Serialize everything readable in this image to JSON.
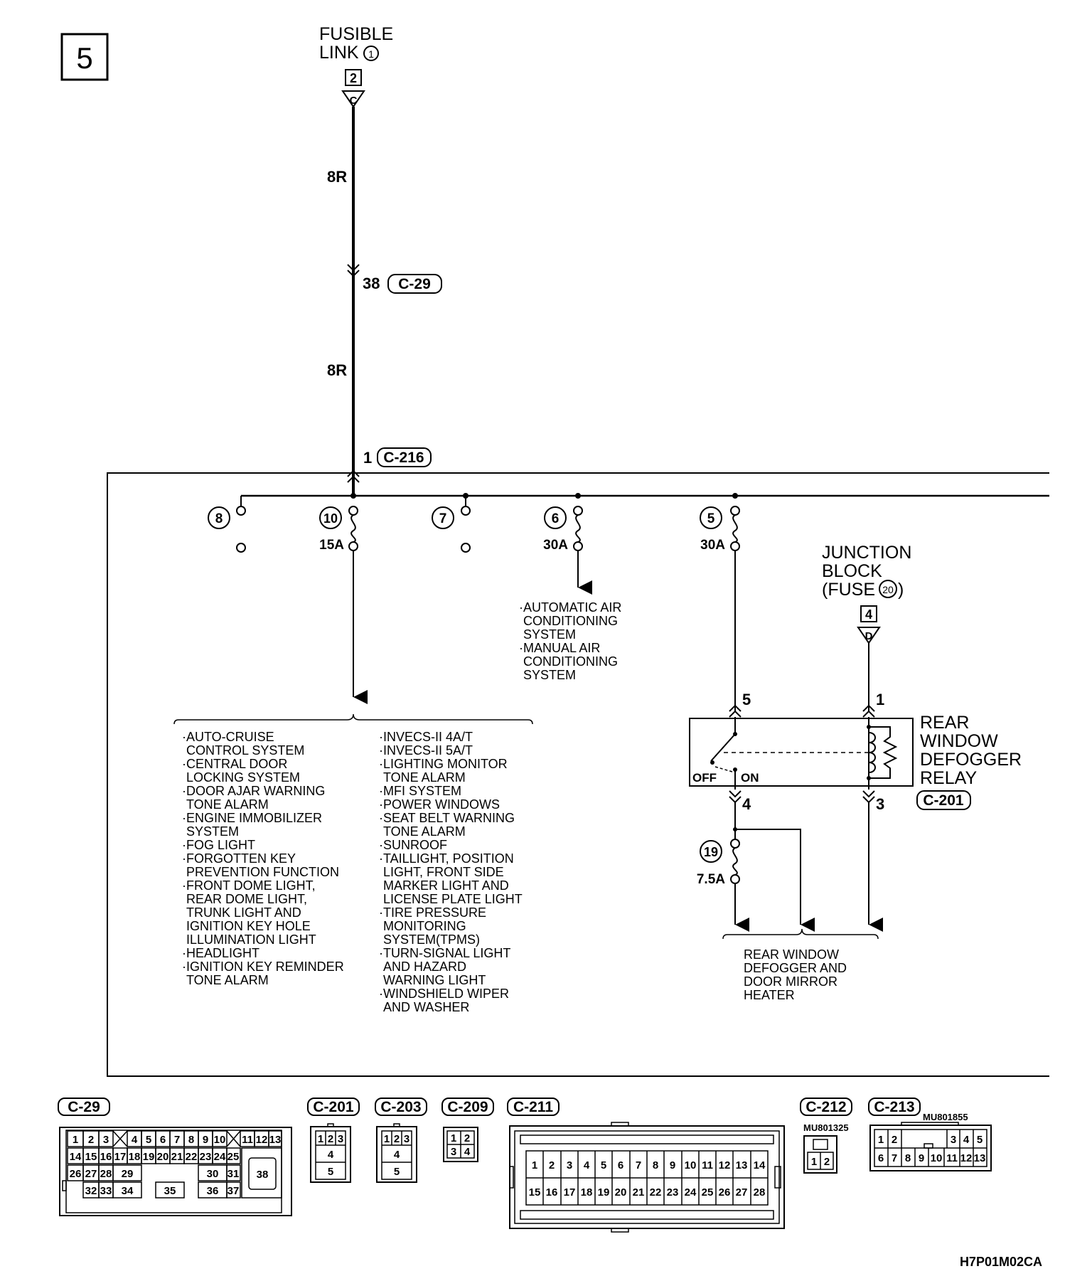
{
  "diagram_number": "5",
  "diagram_code": "H7P01M02CA",
  "fusible_link": {
    "label_line1": "FUSIBLE",
    "label_line2": "LINK",
    "circle": "1",
    "connector_number": "2",
    "connector_letter": "C"
  },
  "wire_labels": {
    "top": "8R",
    "middle": "8R"
  },
  "connectors_on_wire": [
    {
      "pin": "38",
      "name": "C-29"
    },
    {
      "pin": "1",
      "name": "C-216"
    }
  ],
  "fuses": [
    {
      "number": "8",
      "rating": ""
    },
    {
      "number": "10",
      "rating": "15A"
    },
    {
      "number": "7",
      "rating": ""
    },
    {
      "number": "6",
      "rating": "30A"
    },
    {
      "number": "5",
      "rating": "30A"
    },
    {
      "number": "19",
      "rating": "7.5A"
    }
  ],
  "ac_systems": [
    "·AUTOMATIC AIR",
    "CONDITIONING",
    "SYSTEM",
    "·MANUAL AIR",
    "CONDITIONING",
    "SYSTEM"
  ],
  "systems_col1": [
    "·AUTO-CRUISE",
    "CONTROL SYSTEM",
    "·CENTRAL DOOR",
    "LOCKING SYSTEM",
    "·DOOR AJAR WARNING",
    "TONE ALARM",
    "·ENGINE IMMOBILIZER",
    "SYSTEM",
    "·FOG LIGHT",
    "·FORGOTTEN KEY",
    "PREVENTION FUNCTION",
    "·FRONT DOME LIGHT,",
    "REAR DOME LIGHT,",
    "TRUNK LIGHT AND",
    "IGNITION KEY HOLE",
    "ILLUMINATION LIGHT",
    "·HEADLIGHT",
    "·IGNITION KEY REMINDER",
    "TONE ALARM"
  ],
  "systems_col2": [
    "·INVECS-II 4A/T",
    "·INVECS-II 5A/T",
    "·LIGHTING MONITOR",
    "TONE ALARM",
    "·MFI SYSTEM",
    "·POWER WINDOWS",
    "·SEAT BELT WARNING",
    "TONE ALARM",
    "·SUNROOF",
    "·TAILLIGHT, POSITION",
    "LIGHT, FRONT SIDE",
    "MARKER LIGHT AND",
    "LICENSE PLATE LIGHT",
    "·TIRE PRESSURE",
    "MONITORING",
    "SYSTEM(TPMS)",
    "·TURN-SIGNAL LIGHT",
    "AND HAZARD",
    "WARNING LIGHT",
    "·WINDSHIELD WIPER",
    "AND WASHER"
  ],
  "junction_block": {
    "line1": "JUNCTION",
    "line2": "BLOCK",
    "line3_prefix": "(FUSE",
    "fuse_circle": "20",
    "line3_suffix": ")",
    "connector_number": "4",
    "connector_letter": "D"
  },
  "relay": {
    "title_lines": [
      "REAR",
      "WINDOW",
      "DEFOGGER",
      "RELAY"
    ],
    "connector": "C-201",
    "pins": {
      "top_left": "5",
      "top_right": "1",
      "bottom_left": "4",
      "bottom_right": "3"
    },
    "off_label": "OFF",
    "on_label": "ON"
  },
  "rear_output": [
    "REAR WINDOW",
    "DEFOGGER AND",
    "DOOR MIRROR",
    "HEATER"
  ],
  "connector_views": [
    {
      "name": "C-29"
    },
    {
      "name": "C-201",
      "pins": [
        "1",
        "2",
        "3",
        "4",
        "5"
      ]
    },
    {
      "name": "C-203",
      "pins": [
        "1",
        "2",
        "3",
        "4",
        "5"
      ]
    },
    {
      "name": "C-209",
      "pins": [
        "1",
        "2",
        "3",
        "4"
      ]
    },
    {
      "name": "C-211"
    },
    {
      "name": "C-212",
      "part_number": "MU801325",
      "pins": [
        "1",
        "2"
      ]
    },
    {
      "name": "C-213",
      "part_number": "MU801855"
    }
  ],
  "c29_rows": {
    "row1": [
      "1",
      "2",
      "3",
      "4",
      "5",
      "6",
      "7",
      "8",
      "9",
      "10",
      "11",
      "12",
      "13"
    ],
    "row2": [
      "14",
      "15",
      "16",
      "17",
      "18",
      "19",
      "20",
      "21",
      "22",
      "23",
      "24",
      "25"
    ],
    "row3": [
      "26",
      "27",
      "28",
      "29",
      "30",
      "31"
    ],
    "row4": [
      "32",
      "33",
      "34",
      "35",
      "36",
      "37"
    ],
    "big": "38"
  },
  "c211_rows": {
    "row1": [
      "1",
      "2",
      "3",
      "4",
      "5",
      "6",
      "7",
      "8",
      "9",
      "10",
      "11",
      "12",
      "13",
      "14"
    ],
    "row2": [
      "15",
      "16",
      "17",
      "18",
      "19",
      "20",
      "21",
      "22",
      "23",
      "24",
      "25",
      "26",
      "27",
      "28"
    ]
  },
  "c213_rows": {
    "row1": [
      "1",
      "2",
      "3",
      "4",
      "5"
    ],
    "row2": [
      "6",
      "7",
      "8",
      "9",
      "10",
      "11",
      "12",
      "13"
    ]
  }
}
